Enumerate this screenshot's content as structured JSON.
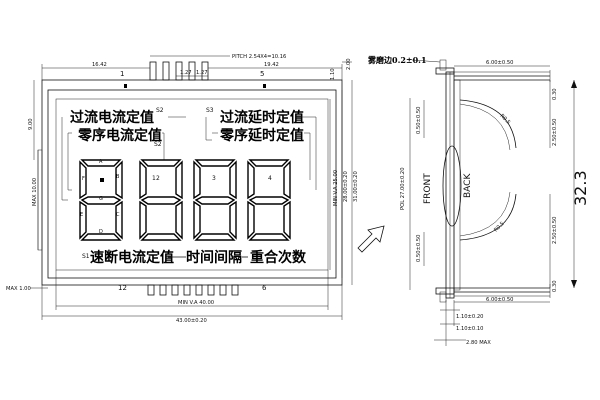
{
  "front_view": {
    "labels_left": [
      "过流电流定值",
      "零序电流定值"
    ],
    "labels_right": [
      "过流延时定值",
      "零序延时定值"
    ],
    "bottom_labels": [
      "速断电流定值",
      "时间间隔",
      "重合次数"
    ],
    "s_markers": [
      "S2",
      "S3",
      "S2",
      "S1"
    ],
    "segment_letters": [
      "A",
      "B",
      "C",
      "D",
      "E",
      "F",
      "G"
    ],
    "digit_numbers": [
      "1",
      "2",
      "3",
      "4"
    ],
    "pin_numbers": {
      "top_left": "1",
      "top_right": "5",
      "bottom_left": "12",
      "bottom_right": "6"
    }
  },
  "dimensions": {
    "top_left": "16.42",
    "pitch": "PITCH 2.54X4=10.16",
    "pin_left": "1.27",
    "pin_right": "1.27",
    "top_right": "19.42",
    "right_small_top": "2.00",
    "right_small": "1.10",
    "left_vertical": "9.00",
    "max_height": "MAX 10.00",
    "min_va": "MIN V.A 25.00",
    "height_1": "28.00±0.20",
    "height_2": "31.00±0.20",
    "max_left": "MAX 1.00",
    "min_va_width": "MIN V.A 40.00",
    "total_width": "43.00±0.20"
  },
  "side_view": {
    "title": "雾磨边0.2±0.1",
    "front_label": "FRONT",
    "back_label": "BACK",
    "big_dim": "32.3",
    "pol": "POL 27.00±0.20",
    "top_width": "6.00±0.50",
    "bottom_width": "6.00±0.50",
    "r_top": "R0.5",
    "r_bottom": "R0.5",
    "dim_030_top": "0.30",
    "dim_030_bottom": "0.30",
    "dim_050_top": "0.50±0.50",
    "dim_050_bottom": "0.50±0.50",
    "dim_250_top": "2.50±0.50",
    "dim_250_bottom": "2.50±0.50",
    "dim_110": "1.10±0.20",
    "dim_120": "1.10±0.10",
    "dim_280": "2.80 MAX"
  }
}
